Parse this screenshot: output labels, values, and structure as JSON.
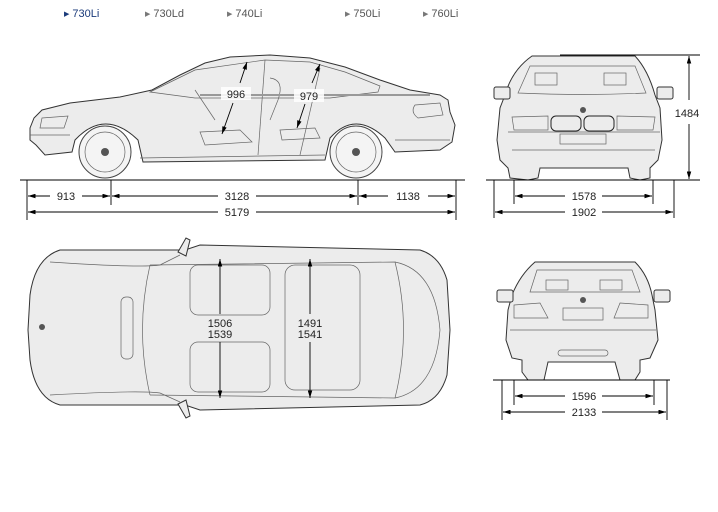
{
  "nav": {
    "models": [
      {
        "label": "730Li",
        "active": true
      },
      {
        "label": "730Ld",
        "active": false
      },
      {
        "label": "740Li",
        "active": false
      },
      {
        "label": "750Li",
        "active": false
      },
      {
        "label": "760Li",
        "active": false
      }
    ],
    "active_color": "#1a3a7a",
    "inactive_color": "#555555"
  },
  "side_view": {
    "front_headroom": "996",
    "rear_headroom": "979",
    "front_overhang": "913",
    "wheelbase": "3128",
    "rear_overhang": "1138",
    "length": "5179"
  },
  "front_view": {
    "height": "1484",
    "track_front": "1578",
    "width": "1902"
  },
  "top_view": {
    "front_shoulder_width": "1506",
    "front_elbow_width": "1539",
    "rear_shoulder_width": "1491",
    "rear_elbow_width": "1541"
  },
  "rear_view": {
    "track_rear": "1596",
    "width_with_mirrors": "2133"
  }
}
